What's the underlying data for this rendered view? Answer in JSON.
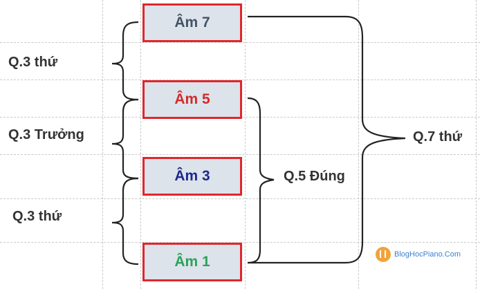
{
  "notes": [
    {
      "label": "Âm 7",
      "color": "#425468"
    },
    {
      "label": "Âm 5",
      "color": "#d42a2a"
    },
    {
      "label": "Âm 3",
      "color": "#1c2a8c"
    },
    {
      "label": "Âm 1",
      "color": "#2aa35a"
    }
  ],
  "intervals": {
    "third_top": "Q.3 thứ",
    "major_third": "Q.3 Trưởng",
    "third_bottom": "Q.3 thứ",
    "perfect_fifth": "Q.5 Đúng",
    "seventh": "Q.7 thứ"
  },
  "watermark": {
    "text": "BlogHocPiano.Com"
  },
  "colors": {
    "box_border": "#e0262b",
    "box_fill": "#dde3ea",
    "brace": "#222222"
  }
}
